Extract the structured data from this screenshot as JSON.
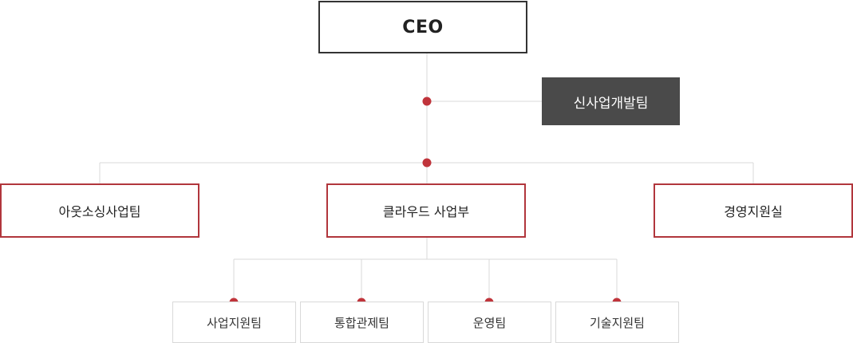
{
  "org": {
    "ceo": "CEO",
    "new_business_team": "신사업개발팀",
    "departments": {
      "outsourcing": "아웃소싱사업팀",
      "cloud": "클라우드 사업부",
      "management": "경영지원실"
    },
    "cloud_teams": {
      "business_support": "사업지원팀",
      "integrated_control": "통합관제팀",
      "operations": "운영팀",
      "tech_support": "기술지원팀"
    }
  },
  "colors": {
    "accent_red": "#b1363c",
    "dot_red": "#c0343b",
    "dark_box": "#4a4a4a",
    "connector_gray": "#d8d8d8"
  }
}
